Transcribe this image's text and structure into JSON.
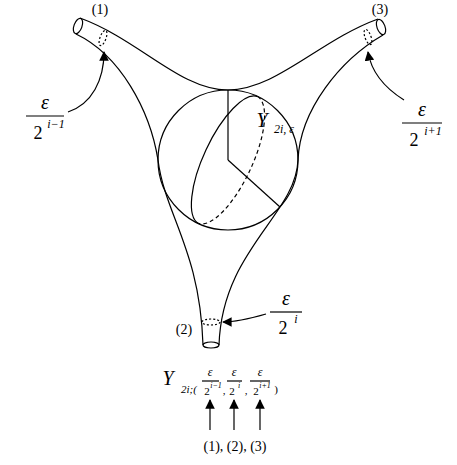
{
  "diagram": {
    "labels": [
      "(1)",
      "(3)",
      "ε",
      "2",
      "i−1",
      "ε",
      "2",
      "i+1",
      "Y",
      "2i, ε",
      "(2)",
      "ε",
      "2",
      "i",
      "Y",
      "2i;(",
      "ε",
      "2",
      "i−1",
      ",",
      "ε",
      "2",
      "i",
      ",",
      "ε",
      "2",
      "i+1",
      ")",
      "(1), (2), (3)"
    ]
  }
}
